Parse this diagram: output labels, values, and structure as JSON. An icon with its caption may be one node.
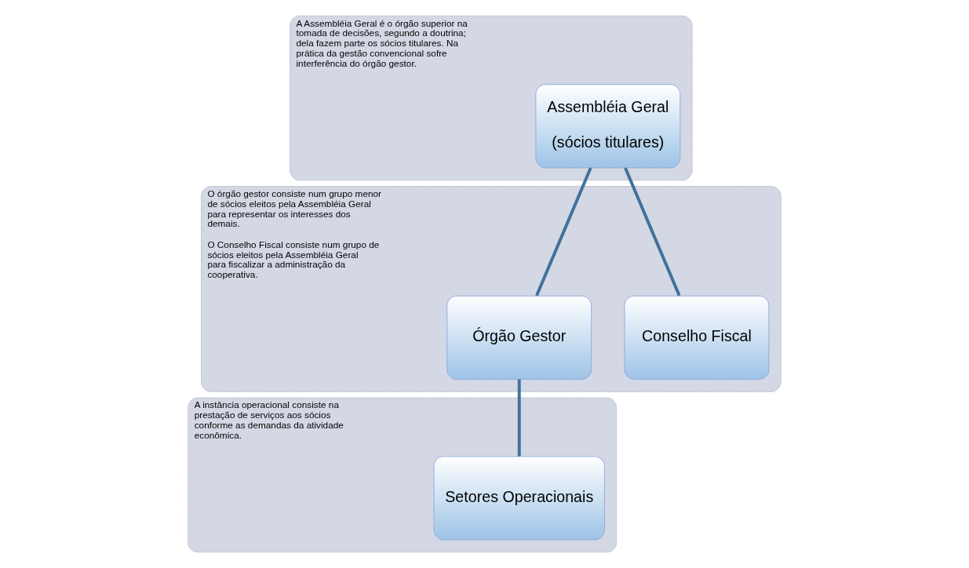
{
  "diagram": {
    "nodes": [
      {
        "text": [
          "A Assembléia Geral é o órgão superior na tomada de decisões, segundo a doutrina; dela fazem parte os sócios titulares. Na prática da gestão convencional sofre interferência do órgão gestor."
        ]
      },
      {
        "text": [
          "Assembléia Geral",
          "(sócios titulares)"
        ],
        "in": 0
      },
      {
        "text": [
          "O órgão gestor consiste num grupo menor de sócios eleitos pela Assembléia Geral para representar os interesses dos demais.",
          "O Conselho Fiscal consiste num grupo de sócios eleitos pela Assembléia Geral para fiscalizar a administração da cooperativa."
        ]
      },
      {
        "text": [
          "Órgão Gestor"
        ],
        "in": 2
      },
      {
        "text": [
          "Conselho Fiscal"
        ],
        "in": 2
      },
      {
        "text": [
          "A instância operacional consiste na prestação de serviços aos sócios conforme as demandas da atividade econômica."
        ]
      },
      {
        "text": [
          "Setores Operacionais"
        ],
        "in": 5
      }
    ],
    "edges": [
      {
        "from": 1,
        "to": 3,
        "arrow": "none"
      },
      {
        "from": 1,
        "to": 4,
        "arrow": "none"
      },
      {
        "from": 3,
        "to": 6,
        "arrow": "none"
      }
    ]
  }
}
